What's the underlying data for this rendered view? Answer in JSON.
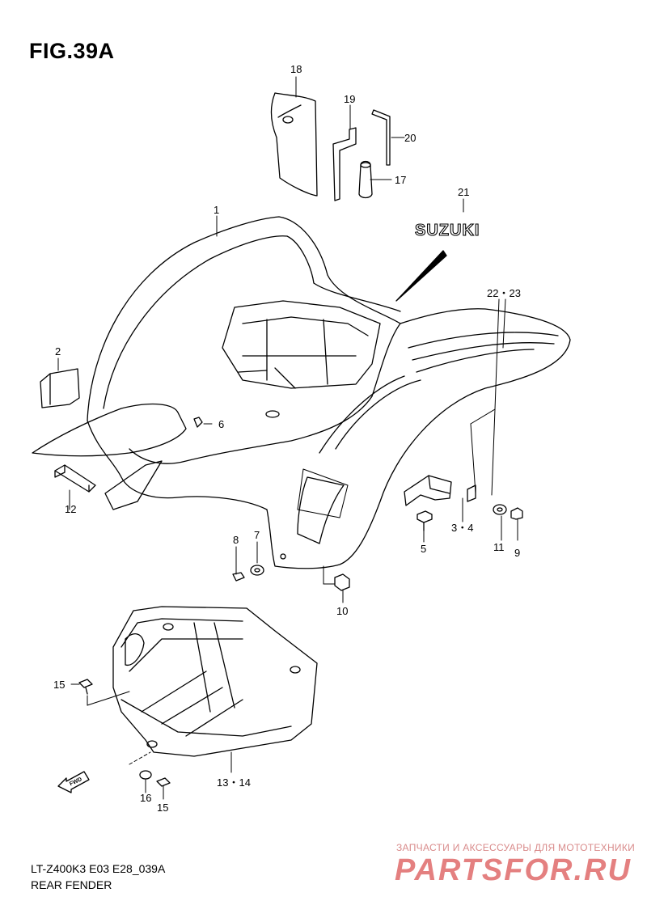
{
  "figure": {
    "title": "FIG.39A",
    "model_code": "LT-Z400K3 E03 E28_039A",
    "section_name": "REAR FENDER"
  },
  "brand_decal": "SUZUKI",
  "fwd_arrow_text": "FWD",
  "callouts": {
    "c1": "1",
    "c2": "2",
    "c3_4": "3・4",
    "c5": "5",
    "c6": "6",
    "c7": "7",
    "c8": "8",
    "c9": "9",
    "c10": "10",
    "c11": "11",
    "c12": "12",
    "c13_14": "13・14",
    "c15a": "15",
    "c15b": "15",
    "c16": "16",
    "c17": "17",
    "c18": "18",
    "c19": "19",
    "c20": "20",
    "c21": "21",
    "c22_23": "22・23"
  },
  "watermark": {
    "tagline": "ЗАПЧАСТИ И АКСЕССУАРЫ ДЛЯ МОТОТЕХНИКИ",
    "brand": "PARTSFOR.RU"
  }
}
